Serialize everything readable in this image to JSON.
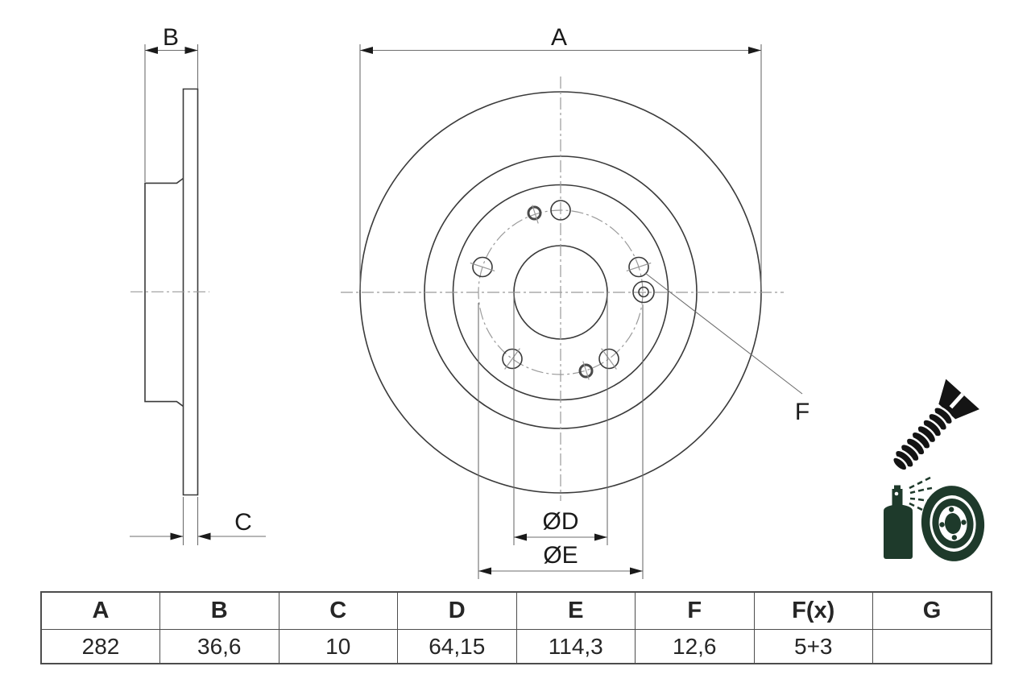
{
  "drawing": {
    "labels": {
      "a": "A",
      "b": "B",
      "c": "C",
      "f": "F",
      "dia_d": "ØD",
      "dia_e": "ØE"
    },
    "views": {
      "side": "brake-disc-side-profile",
      "front": "brake-disc-front-view"
    },
    "bolt_holes": {
      "large_count": 5,
      "small_count": 3
    }
  },
  "table": {
    "headers": [
      "A",
      "B",
      "C",
      "D",
      "E",
      "F",
      "F(x)",
      "G"
    ],
    "values": [
      "282",
      "36,6",
      "10",
      "64,15",
      "114,3",
      "12,6",
      "5+3",
      ""
    ]
  },
  "icons": {
    "screw": "countersunk-screw-icon",
    "spray": "spray-can-brake-disc-icon"
  },
  "colors": {
    "line": "#3a3a3a",
    "dimension": "#6e6e6e",
    "centerline": "#9a9a9a",
    "text": "#1a1a1a",
    "icon_black": "#141414",
    "icon_green": "#1e3a2b",
    "table_border": "#4d4d4d",
    "background": "#ffffff"
  }
}
